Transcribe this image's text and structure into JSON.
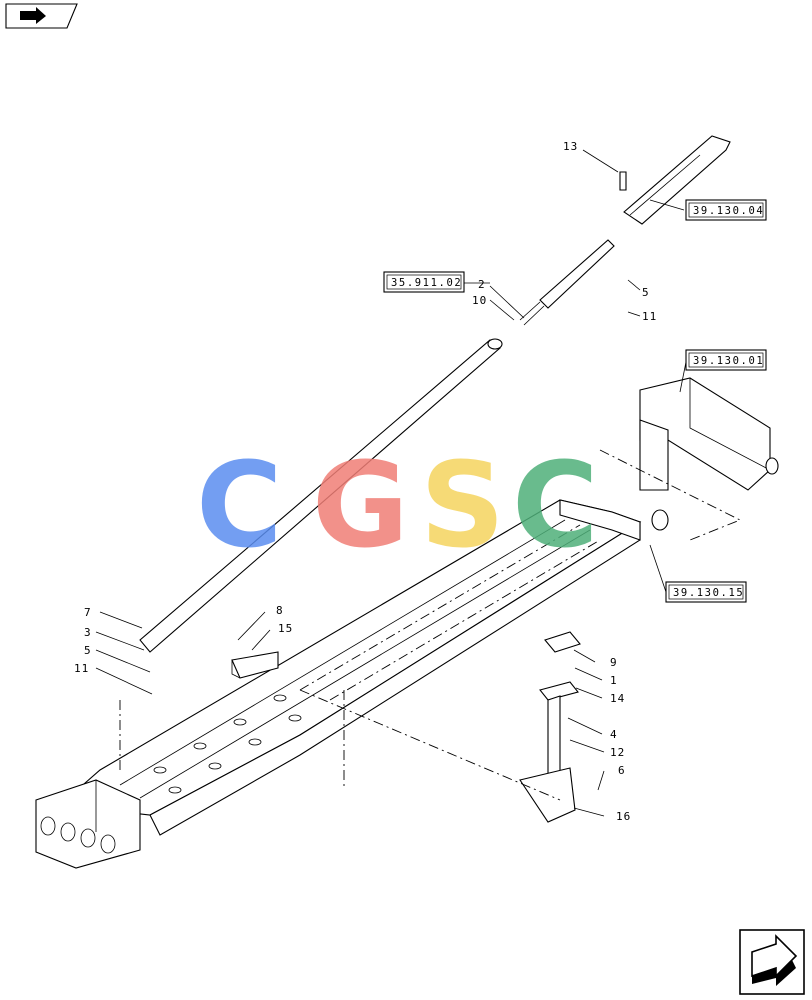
{
  "callouts": [
    "13",
    "5",
    "11",
    "2",
    "10",
    "8",
    "15",
    "7",
    "3",
    "5",
    "11",
    "9",
    "1",
    "14",
    "4",
    "12",
    "6",
    "16"
  ],
  "reference_boxes": [
    "39.130.04",
    "35.911.02",
    "39.130.01",
    "39.130.15"
  ],
  "watermark": {
    "letters": [
      "C",
      "G",
      "S",
      "C"
    ],
    "colors": [
      "#5b8ef0",
      "#f07e76",
      "#f5d45f",
      "#4fb07a"
    ]
  },
  "icons": {
    "top_left": "forward-arrow-icon",
    "bottom_right": "page-nav-arrow-icon"
  }
}
